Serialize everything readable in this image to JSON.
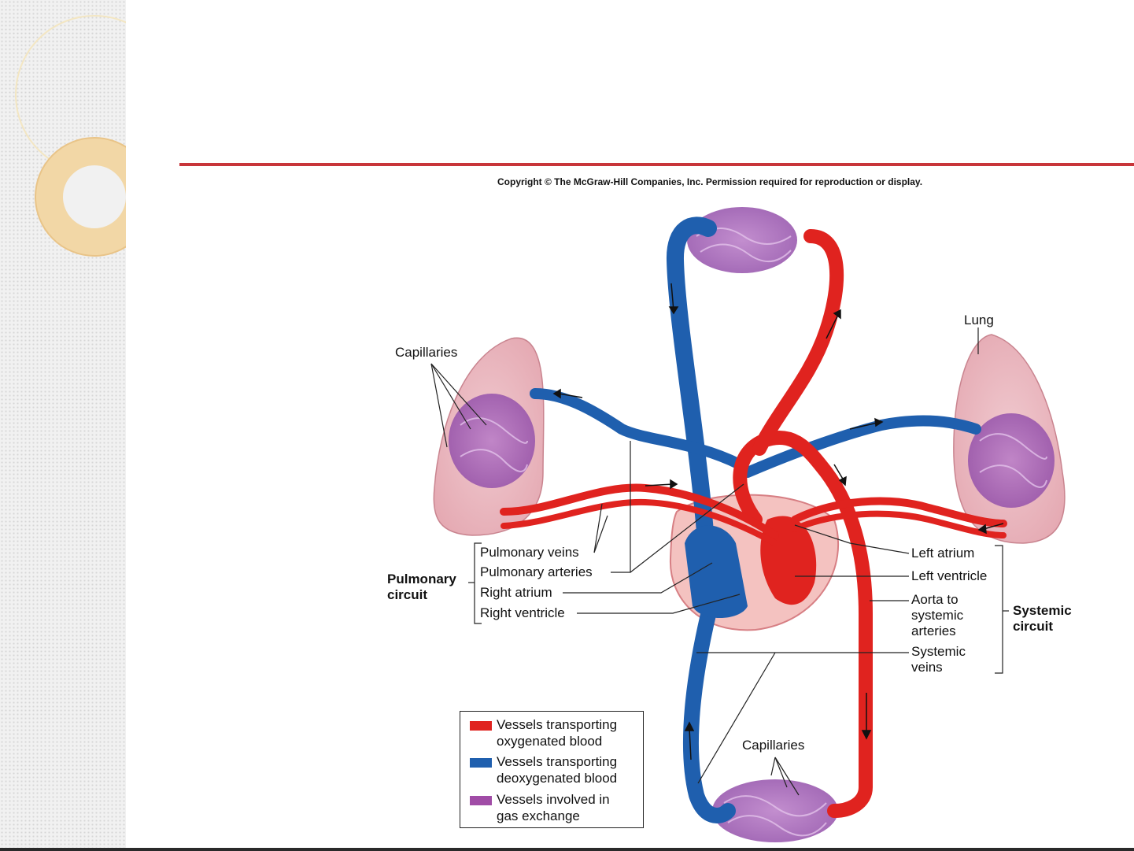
{
  "copyright": "Copyright © The McGraw-Hill Companies, Inc. Permission required for reproduction or display.",
  "labels": {
    "capillaries_left": "Capillaries",
    "lung": "Lung",
    "pulmonary_veins": "Pulmonary veins",
    "pulmonary_arteries": "Pulmonary arteries",
    "right_atrium": "Right atrium",
    "right_ventricle": "Right ventricle",
    "pulmonary_circuit_1": "Pulmonary",
    "pulmonary_circuit_2": "circuit",
    "left_atrium": "Left atrium",
    "left_ventricle": "Left ventricle",
    "aorta_1": "Aorta to",
    "aorta_2": "systemic",
    "aorta_3": "arteries",
    "systemic_veins_1": "Systemic",
    "systemic_veins_2": "veins",
    "systemic_circuit_1": "Systemic",
    "systemic_circuit_2": "circuit",
    "capillaries_bottom": "Capillaries"
  },
  "legend": [
    {
      "line1": "Vessels transporting",
      "line2": "oxygenated blood",
      "color": "#e0231f"
    },
    {
      "line1": "Vessels transporting",
      "line2": "deoxygenated blood",
      "color": "#1f5fae"
    },
    {
      "line1": "Vessels involved in",
      "line2": "gas exchange",
      "color": "#a04ca6"
    }
  ],
  "colors": {
    "oxygenated": "#e0231f",
    "deoxygenated": "#1f5fae",
    "exchange": "#a04ca6",
    "accent_rule": "#c8353a"
  }
}
